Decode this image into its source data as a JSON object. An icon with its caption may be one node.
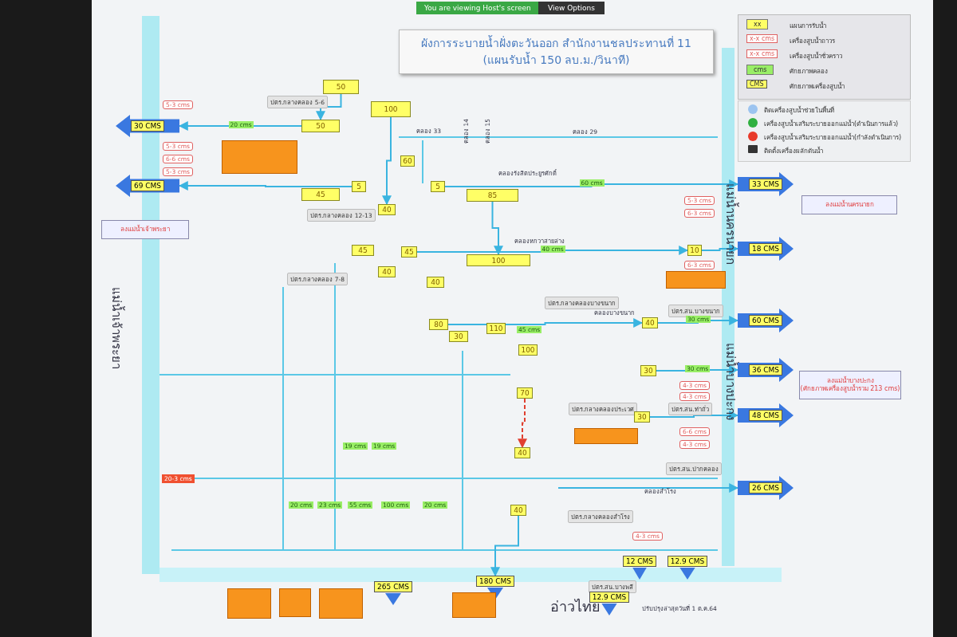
{
  "diagram": {
    "nodes": [
      {
        "text": [
          "ผังการระบายน้ำฝั่งตะวันออก สำนักงานชลประทานที่ 11",
          "(แผนรับน้ำ 150 ลบ.ม./วินาที)"
        ]
      },
      {
        "text": [
          "30 CMS"
        ]
      },
      {
        "text": [
          "69 CMS"
        ]
      },
      {
        "text": [
          "33 CMS"
        ]
      },
      {
        "text": [
          "18 CMS"
        ]
      },
      {
        "text": [
          "60 CMS"
        ]
      },
      {
        "text": [
          "36 CMS"
        ]
      },
      {
        "text": [
          "48 CMS"
        ]
      },
      {
        "text": [
          "26 CMS"
        ]
      },
      {
        "text": [
          "12 CMS"
        ]
      },
      {
        "text": [
          "12.9 CMS"
        ]
      },
      {
        "text": [
          "12.9 CMS"
        ]
      },
      {
        "text": [
          "265 CMS"
        ]
      },
      {
        "text": [
          "180 CMS"
        ]
      },
      {
        "text": [
          "50"
        ]
      },
      {
        "text": [
          "100"
        ]
      },
      {
        "text": [
          "50"
        ]
      },
      {
        "text": [
          "45"
        ]
      },
      {
        "text": [
          "5"
        ]
      },
      {
        "text": [
          "60"
        ]
      },
      {
        "text": [
          "5"
        ]
      },
      {
        "text": [
          "85"
        ]
      },
      {
        "text": [
          "40"
        ]
      },
      {
        "text": [
          "45"
        ]
      },
      {
        "text": [
          "45"
        ]
      },
      {
        "text": [
          "100"
        ]
      },
      {
        "text": [
          "40"
        ]
      },
      {
        "text": [
          "40"
        ]
      },
      {
        "text": [
          "80"
        ]
      },
      {
        "text": [
          "30"
        ]
      },
      {
        "text": [
          "110"
        ]
      },
      {
        "text": [
          "100"
        ]
      },
      {
        "text": [
          "10"
        ]
      },
      {
        "text": [
          "40"
        ]
      },
      {
        "text": [
          "30"
        ]
      },
      {
        "text": [
          "30"
        ]
      },
      {
        "text": [
          "70"
        ]
      },
      {
        "text": [
          "40"
        ]
      },
      {
        "text": [
          "40"
        ]
      },
      {
        "text": [
          "ลงแม่น้ำนครนายก"
        ]
      },
      {
        "text": [
          "ลงแม่น้ำบางปะกง",
          "(ศักยภาพเครื่องสูบน้ำรวม 213 cms)"
        ]
      },
      {
        "text": [
          "ลงแม่น้ำเจ้าพระยา"
        ]
      },
      {
        "text": [],
        "shape": "box"
      },
      {
        "text": [],
        "shape": "box"
      },
      {
        "text": [],
        "shape": "box"
      },
      {
        "text": [],
        "shape": "box"
      },
      {
        "text": [],
        "shape": "box"
      },
      {
        "text": [],
        "shape": "box"
      },
      {
        "text": [],
        "shape": "box"
      }
    ],
    "edges": [
      {
        "from": 20,
        "to": 3,
        "arrow": "to",
        "label": "60 cms"
      },
      {
        "from": 24,
        "to": 32,
        "arrow": "to",
        "label": "40 cms"
      },
      {
        "from": 32,
        "to": 4,
        "arrow": "to"
      },
      {
        "from": 33,
        "to": 5,
        "arrow": "to",
        "label": "30 cms"
      },
      {
        "from": 34,
        "to": 6,
        "arrow": "to",
        "label": "30 cms"
      },
      {
        "from": 35,
        "to": 7,
        "arrow": "to"
      },
      {
        "from": 18,
        "to": 2,
        "arrow": "to"
      },
      {
        "from": 16,
        "to": 1,
        "arrow": "to",
        "label": "20 cms"
      },
      {
        "from": 14,
        "to": 16,
        "arrow": "to"
      },
      {
        "from": 15,
        "to": 22,
        "arrow": "to"
      },
      {
        "from": 21,
        "to": 25,
        "arrow": "to"
      },
      {
        "from": 28,
        "to": 33,
        "arrow": "to"
      },
      {
        "from": 36,
        "to": 37,
        "arrow": "to",
        "style": "dashed",
        "color": "#e04030"
      },
      {
        "from": 38,
        "to": 13,
        "arrow": "to"
      },
      {
        "from": null,
        "to": 8,
        "arrow": "to"
      }
    ],
    "labels": [
      "You are viewing Host's screen",
      "View Options",
      "xx",
      "x-x cms",
      "x-x cms",
      "cms",
      "CMS",
      "แม่น้ำเจ้าพระยา",
      "แม่น้ำนครนายก",
      "แม่น้ำบางปะกง",
      "อ่าวไทย",
      "ปรับปรุงล่าสุดวันที่ 1 ต.ค.64",
      "คลอง 33",
      "คลอง 29",
      "คลองรังสิตประยูรศักดิ์",
      "คลองหกวาสายล่าง",
      "คลองบางขนาก",
      "คลองสำโรง",
      "คลอง 14",
      "คลอง 15",
      "5-3 cms",
      "5-3 cms",
      "6-6 cms",
      "5-3 cms",
      "5-3 cms",
      "6-3 cms",
      "6-3 cms",
      "4-3 cms",
      "4-3 cms",
      "6-6 cms",
      "4-3 cms",
      "20-3 cms",
      "4-3 cms",
      "20 cms",
      "23 cms",
      "55 cms",
      "100 cms",
      "20 cms",
      "19 cms",
      "19 cms",
      "45 cms",
      "ปตร.กลางคลอง 5-6",
      "ปตร.กลางคลอง 12-13",
      "ปตร.กลางคลอง 7-8",
      "ปตร.กลางคลองบางขนาก",
      "ปตร.สน.บางขนาก",
      "ปตร.สน.ท่าถั่ว",
      "ปตร.สน.ปากคลอง",
      "ปตร.กลางคลองสำโรง",
      "ปตร.สน.บางพลี",
      "ปตร.กลางคลองประเวศ"
    ],
    "legend": [
      {
        "text": "แผนการรับน้ำ",
        "color": "#ffff66"
      },
      {
        "text": "เครื่องสูบน้ำถาวร"
      },
      {
        "text": "เครื่องสูบน้ำชั่วคราว"
      },
      {
        "text": "ศักยภาพคลอง",
        "color": "#99ee66"
      },
      {
        "text": "ศักยภาพเครื่องสูบน้ำ"
      },
      {
        "text": "ติดเครื่องสูบน้ำช่วยในพื้นที่"
      },
      {
        "text": "เครื่องสูบน้ำเสริมระบายออกแม่น้ำ(ดำเนินการแล้ว)"
      },
      {
        "text": "เครื่องสูบน้ำเสริมระบายออกแม่น้ำ(กำลังดำเนินการ)"
      },
      {
        "text": "ติดตั้งเครื่องผลักดันน้ำ"
      }
    ]
  }
}
